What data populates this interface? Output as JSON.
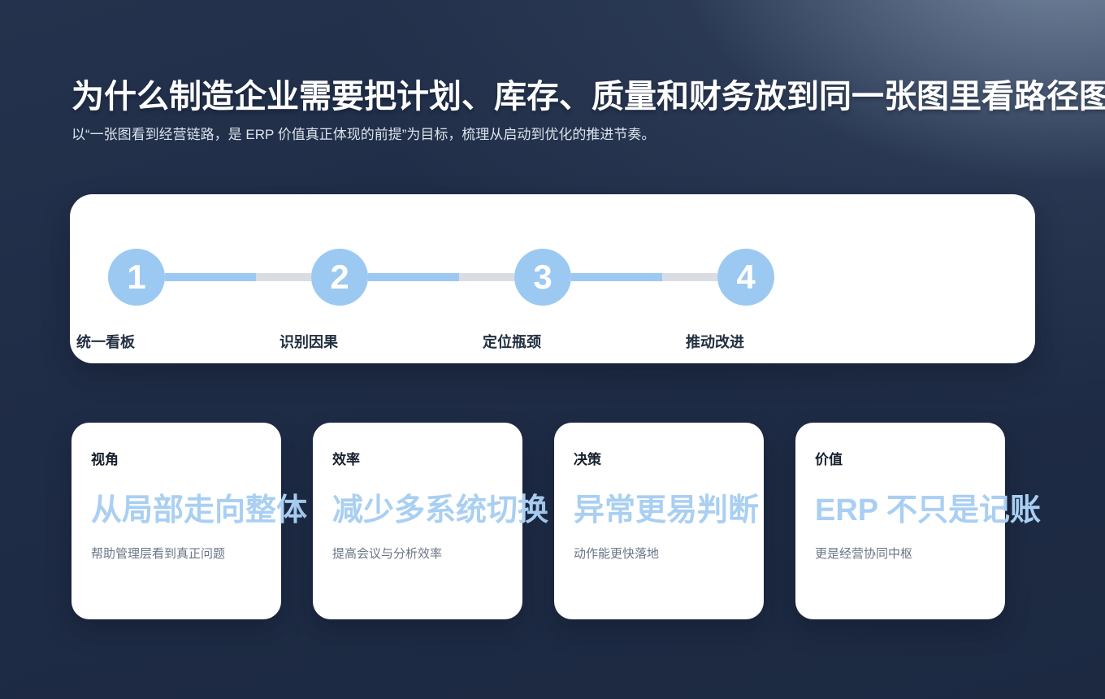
{
  "header": {
    "title": "为什么制造企业需要把计划、库存、质量和财务放到同一张图里看路径图",
    "subtitle": "以“一张图看到经营链路，是 ERP 价值真正体现的前提”为目标，梳理从启动到优化的推进节奏。"
  },
  "timeline": {
    "steps": [
      {
        "number": "1",
        "label": "统一看板"
      },
      {
        "number": "2",
        "label": "识别因果"
      },
      {
        "number": "3",
        "label": "定位瓶颈"
      },
      {
        "number": "4",
        "label": "推动改进"
      }
    ]
  },
  "cards": [
    {
      "tag": "视角",
      "headline": "从局部走向整体",
      "description": "帮助管理层看到真正问题"
    },
    {
      "tag": "效率",
      "headline": "减少多系统切换",
      "description": "提高会议与分析效率"
    },
    {
      "tag": "决策",
      "headline": "异常更易判断",
      "description": "动作能更快落地"
    },
    {
      "tag": "价值",
      "headline": "ERP 不只是记账",
      "description": "更是经营协同中枢"
    }
  ],
  "colors": {
    "accent_blue": "#9cc9f2",
    "headline_blue": "#a9cff2",
    "track_gray": "#d9dde3",
    "card_background": "#ffffff",
    "dark_text": "#233041",
    "muted_text": "#6b7585",
    "background_dark": "#1c2941"
  }
}
